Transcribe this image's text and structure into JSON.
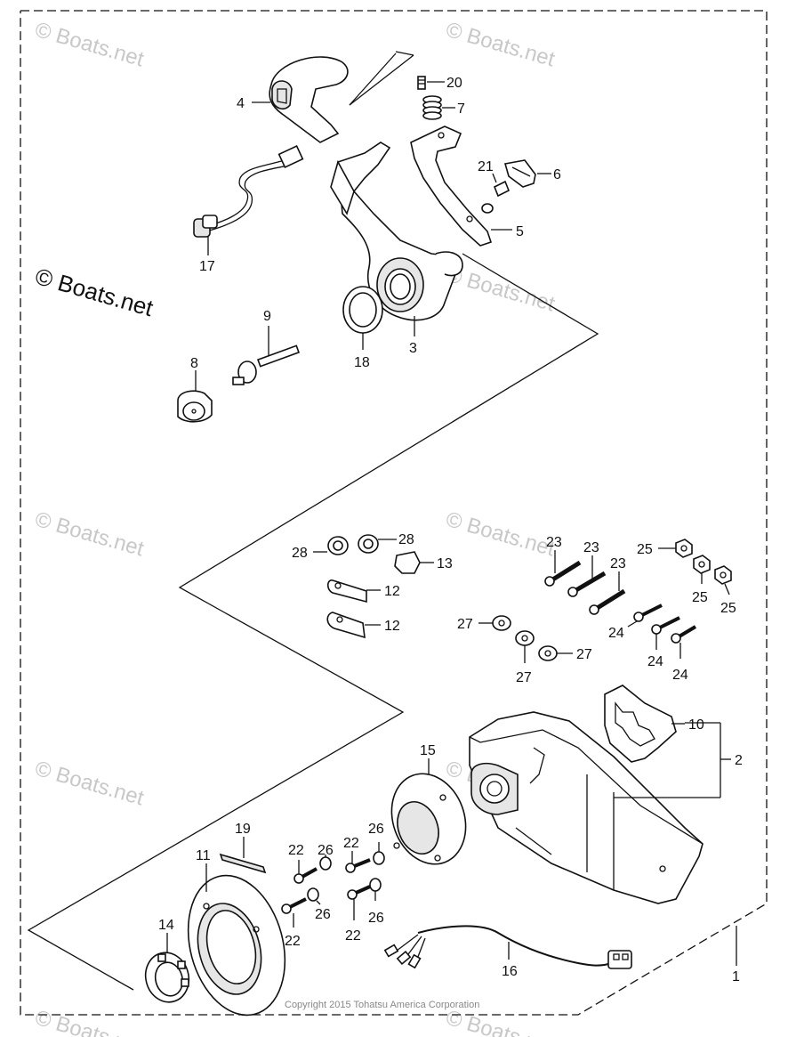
{
  "watermark": {
    "text": "© Boats.net",
    "main_text": "© Boats.net"
  },
  "copyright": "Copyright 2015 Tohatsu America Corporation",
  "callouts": {
    "p1": "1",
    "p2": "2",
    "p3": "3",
    "p4": "4",
    "p5": "5",
    "p6": "6",
    "p7": "7",
    "p8": "8",
    "p9": "9",
    "p10": "10",
    "p11": "11",
    "p12a": "12",
    "p12b": "12",
    "p13": "13",
    "p14": "14",
    "p15": "15",
    "p16": "16",
    "p17": "17",
    "p18": "18",
    "p19": "19",
    "p20": "20",
    "p21": "21",
    "p22a": "22",
    "p22b": "22",
    "p22c": "22",
    "p22d": "22",
    "p23a": "23",
    "p23b": "23",
    "p23c": "23",
    "p24a": "24",
    "p24b": "24",
    "p24c": "24",
    "p25a": "25",
    "p25b": "25",
    "p25c": "25",
    "p26a": "26",
    "p26b": "26",
    "p26c": "26",
    "p26d": "26",
    "p27a": "27",
    "p27b": "27",
    "p27c": "27",
    "p28a": "28",
    "p28b": "28"
  }
}
